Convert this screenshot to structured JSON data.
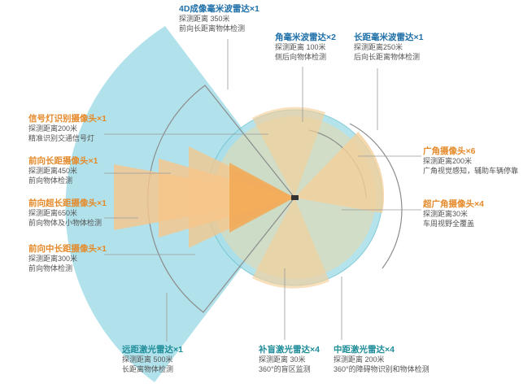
{
  "colors": {
    "far_lidar": "#a9dfe9",
    "lidar_edge": "#6ec3d2",
    "camera": "#f7c58a",
    "camera_core": "#f2a852",
    "wide_camera": "#f4cf9a",
    "radar_line": "#8c8c8c",
    "leader": "#9a9a9a",
    "blue_title": "#1f6fa8",
    "orange_title": "#e58a2b",
    "teal_title": "#208d9a"
  },
  "sensors": {
    "radar_4d": {
      "title": "4D成像毫米波雷达×1",
      "range": "探测距离 350米",
      "desc": "前向长距离物体检测"
    },
    "corner_radar": {
      "title": "角毫米波雷达×2",
      "range": "探测距离 100米",
      "desc": "侧后向物体检测"
    },
    "long_radar": {
      "title": "长距毫米波雷达×1",
      "range": "探测距离250米",
      "desc": "后向长距离物体检测"
    },
    "traffic_cam": {
      "title": "信号灯识别摄像头×1",
      "range": "探测距离200米",
      "desc": "精准识别交通信号灯"
    },
    "front_long_cam": {
      "title": "前向长距摄像头×1",
      "range": "探测距离450米",
      "desc": "前向物体检测"
    },
    "front_ultra_cam": {
      "title": "前向超长距摄像头×1",
      "range": "探测距离650米",
      "desc": "前向物体及小物体检测"
    },
    "front_mid_cam": {
      "title": "前向中长距摄像头×1",
      "range": "探测距离300米",
      "desc": "前向物体检测"
    },
    "wide_cam": {
      "title": "广角摄像头×6",
      "range": "探测距离200米",
      "desc": "广角视觉感知，辅助车辆停靠"
    },
    "ultra_wide_cam": {
      "title": "超广角摄像头×4",
      "range": "探测距离30米",
      "desc": "车周视野全覆盖"
    },
    "far_lidar": {
      "title": "远距激光雷达×1",
      "range": "探测距离 500米",
      "desc": "长距离物体检测"
    },
    "blind_lidar": {
      "title": "补盲激光雷达×4",
      "range": "探测距离 30米",
      "desc": "360°的盲区监测"
    },
    "mid_lidar": {
      "title": "中距激光雷达×4",
      "range": "探测距离 200米",
      "desc": "360°的障碍物识别和物体检测"
    }
  }
}
